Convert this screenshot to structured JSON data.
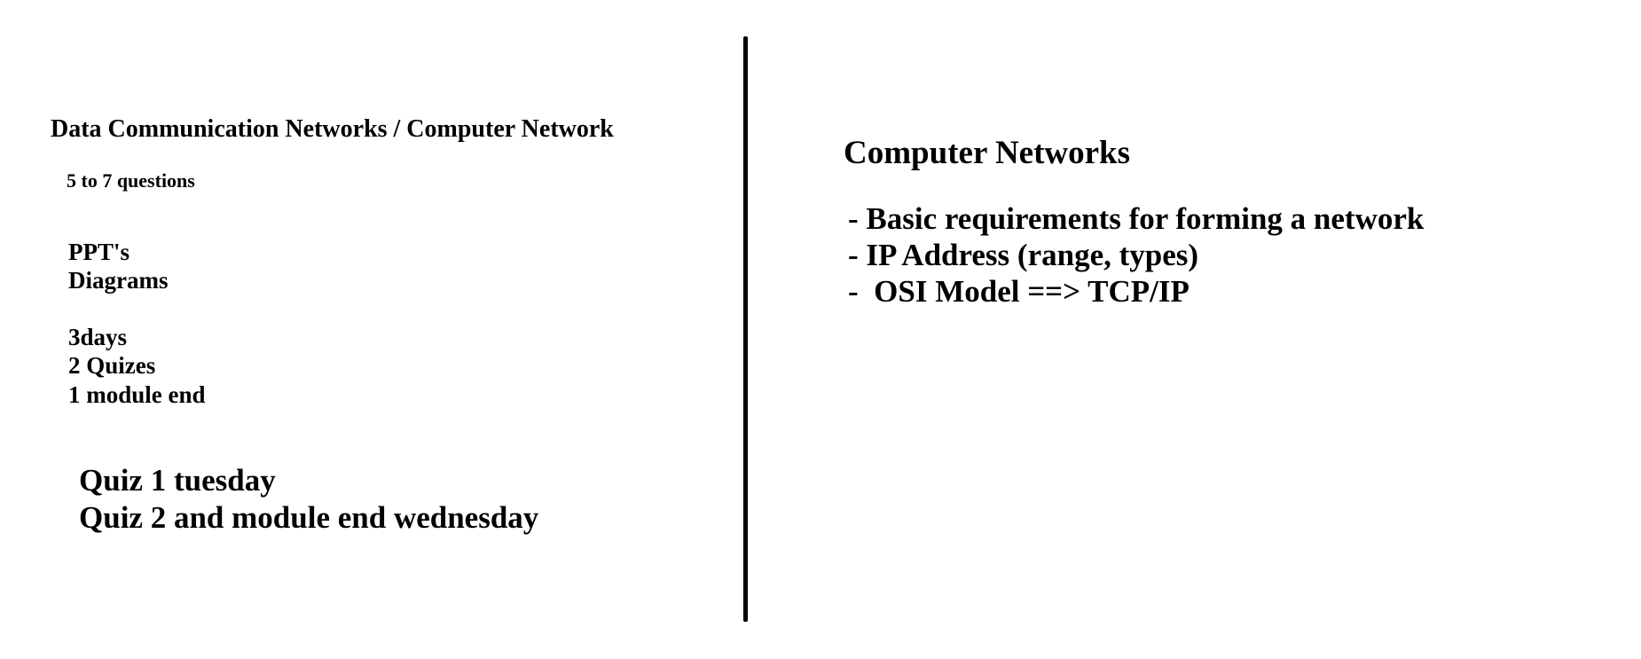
{
  "left": {
    "title": "Data Communication Networks / Computer Network",
    "subtitle": "5 to 7 questions",
    "materials": [
      "PPT's",
      "Diagrams"
    ],
    "schedule": [
      "3days",
      "2 Quizes",
      "1 module end"
    ],
    "quizzes": [
      "Quiz 1 tuesday",
      "Quiz 2 and module end wednesday"
    ]
  },
  "right": {
    "title": "Computer Networks",
    "topics": [
      "- Basic requirements for forming a network",
      "- IP Address (range, types)",
      "-  OSI Model ==> TCP/IP"
    ]
  }
}
